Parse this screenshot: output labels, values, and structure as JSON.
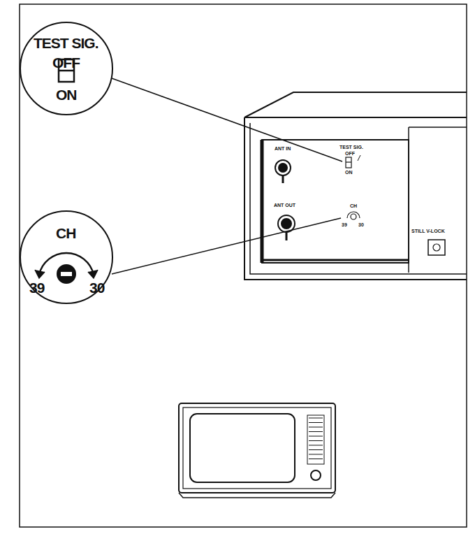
{
  "diagram": {
    "nodes": [
      {
        "text": [
          "TEST SIG.",
          "OFF",
          "ON"
        ]
      },
      {
        "text": [
          "CH",
          "39",
          "30"
        ]
      }
    ],
    "labels": [
      "ANT IN",
      "TEST SIG.",
      "OFF",
      "ON",
      "ANT OUT",
      "CH",
      "39",
      "30",
      "STILL V-LOCK"
    ]
  }
}
